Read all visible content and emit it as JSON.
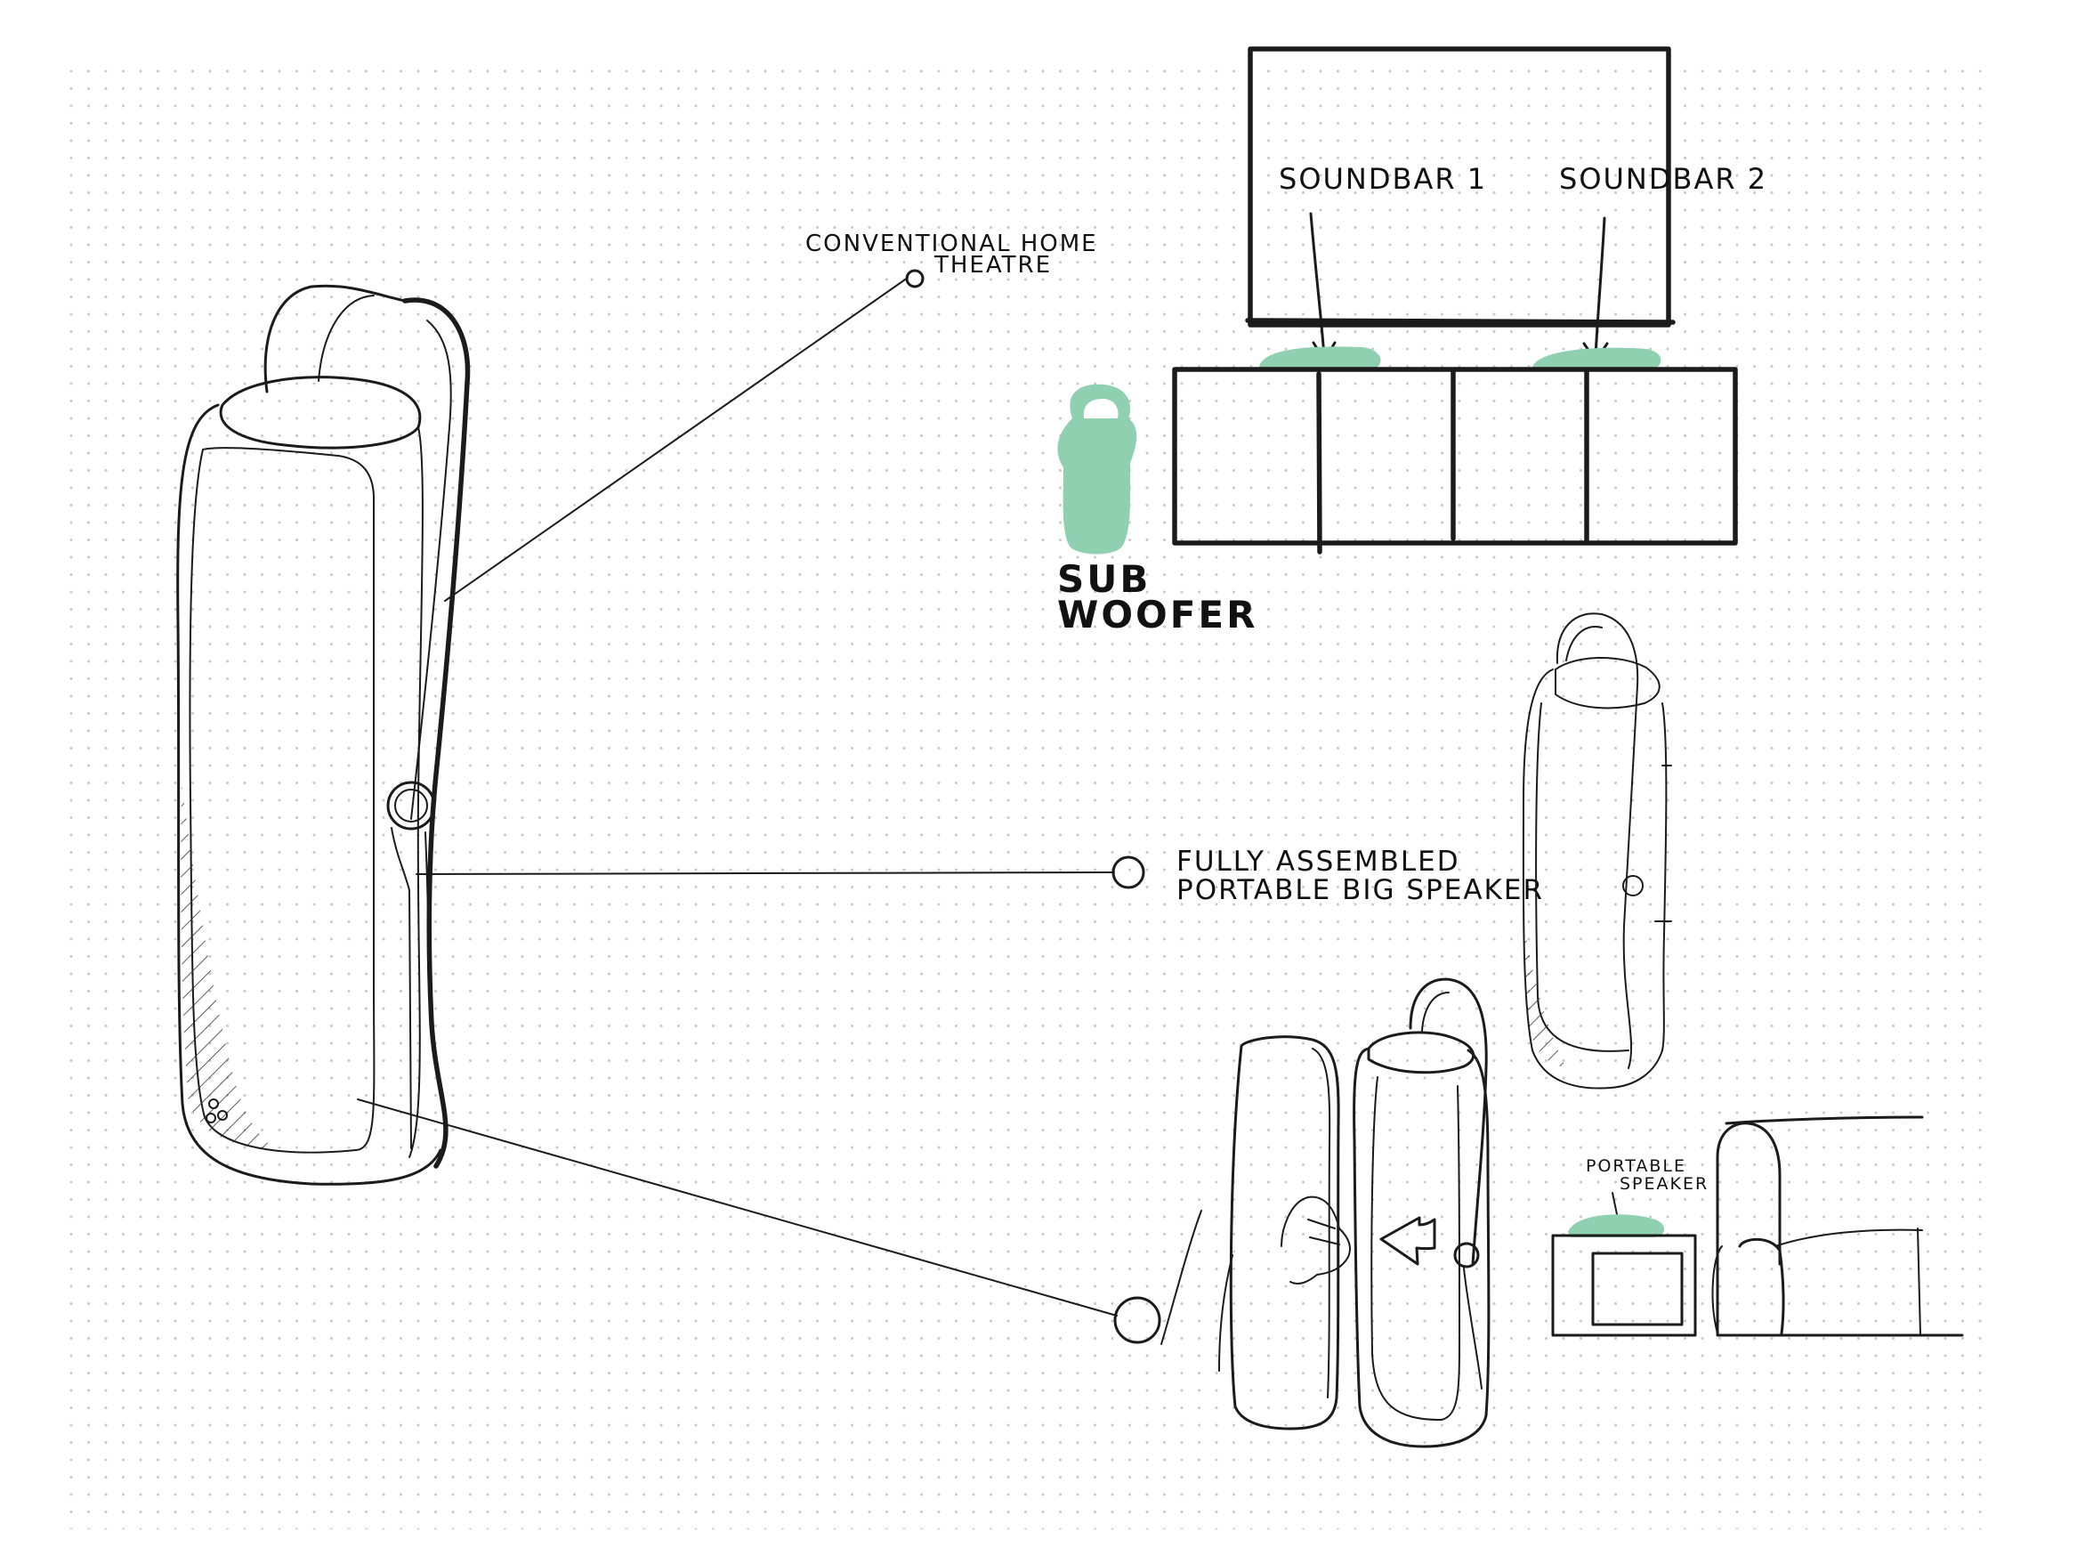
{
  "labels": {
    "conventional_home_theatre_line1": "CONVENTIONAL HOME",
    "conventional_home_theatre_line2": "THEATRE",
    "soundbar1": "SOUNDBAR 1",
    "soundbar2": "SOUNDBAR 2",
    "subwoofer_line1": "SUB",
    "subwoofer_line2": "WOOFER",
    "fully_assembled_line1": "FULLY ASSEMBLED",
    "fully_assembled_line2": "PORTABLE BIG SPEAKER",
    "portable_speaker_line1": "PORTABLE",
    "portable_speaker_line2": "SPEAKER"
  },
  "colors": {
    "ink": "#1b1b1b",
    "accent_mint": "#8ed0b0",
    "paper": "#ffffff",
    "dot_grid": "#c8c8c8"
  },
  "icons": {
    "main_speaker": "tall-portable-speaker-sketch",
    "subwoofer": "subwoofer-silhouette",
    "tv": "tv-outline",
    "sofa": "sofa-outline"
  }
}
